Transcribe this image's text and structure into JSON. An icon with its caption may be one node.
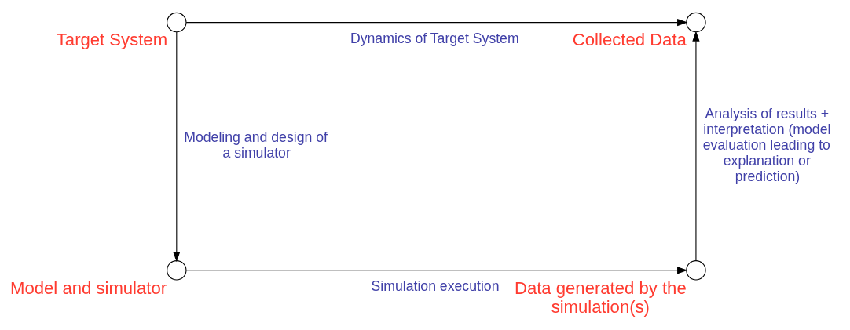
{
  "diagram": {
    "nodes": [
      {
        "text": [],
        "shape": "circle",
        "beside": [
          "Model and simulator"
        ]
      },
      {
        "text": [],
        "shape": "circle",
        "beside": [
          "Data generated by the simulation(s)"
        ]
      },
      {
        "text": [],
        "shape": "circle",
        "beside": [
          "Target System"
        ]
      },
      {
        "text": [],
        "shape": "circle",
        "beside": [
          "Collected Data"
        ]
      }
    ],
    "edges": [
      {
        "from": 0,
        "to": 1,
        "arrow": "to",
        "label": "Simulation execution"
      },
      {
        "from": 2,
        "to": 0,
        "arrow": "to",
        "label": "Modeling and design of a simulator"
      },
      {
        "from": 1,
        "to": 3,
        "arrow": "to",
        "label": "Analysis of results + interpretation (model evaluation leading to explanation or prediction)"
      },
      {
        "from": 2,
        "to": 3,
        "arrow": "to",
        "label": "Dynamics of Target System"
      }
    ]
  }
}
